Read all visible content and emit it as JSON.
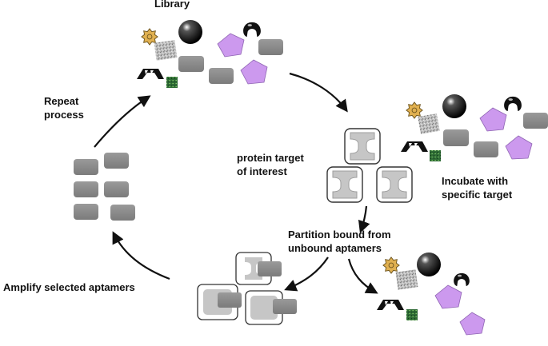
{
  "labels": {
    "library": "Library",
    "repeat_line1": "Repeat",
    "repeat_line2": "process",
    "target_line1": "protein target",
    "target_line2": "of interest",
    "incubate_line1": "Incubate with",
    "incubate_line2": "specific target",
    "partition_line1": "Partition bound from",
    "partition_line2": "unbound aptamers",
    "amplify": "Amplify selected aptamers"
  },
  "colors": {
    "aptamer_gray": "#8a8a8a",
    "pentagon_purple": "#cc99ee",
    "target_gray": "#c6c6c6",
    "star_gold": "#e0b050",
    "green_square": "#2e6b35",
    "sphere_black": "#111111",
    "arrow": "#111111"
  },
  "icons": [
    "gold-star-icon",
    "black-sphere-icon",
    "purple-pentagon-icon",
    "gray-aptamer-block-icon",
    "black-arch-icon",
    "speckled-square-icon",
    "green-square-icon",
    "hooded-sphere-icon",
    "i-beam-target-icon"
  ]
}
